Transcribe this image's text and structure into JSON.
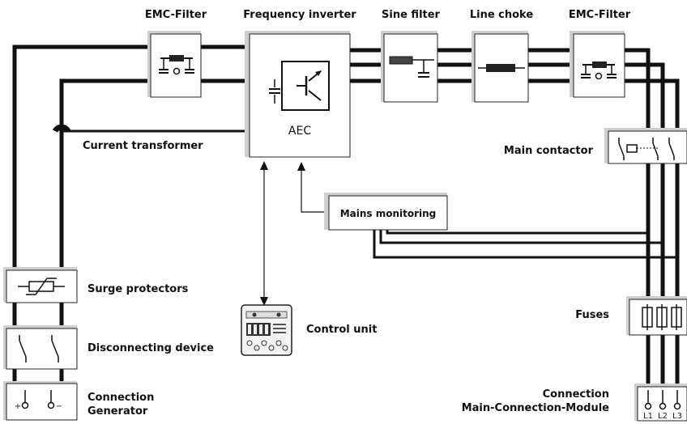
{
  "labels": {
    "emc_filter_left": "EMC-Filter",
    "frequency_inverter": "Frequency inverter",
    "sine_filter": "Sine filter",
    "line_choke": "Line choke",
    "emc_filter_right": "EMC-Filter",
    "aec": "AEC",
    "current_transformer": "Current transformer",
    "main_contactor": "Main contactor",
    "mains_monitoring": "Mains monitoring",
    "surge_protectors": "Surge protectors",
    "control_unit": "Control unit",
    "disconnecting_device": "Disconnecting device",
    "fuses": "Fuses",
    "connection_generator_line1": "Connection",
    "connection_generator_line2": "Generator",
    "connection_main_line1": "Connection",
    "connection_main_line2": "Main-Connection-Module"
  },
  "terminals": {
    "generator_plus": "+",
    "generator_minus": "−",
    "l1": "L1",
    "l2": "L2",
    "l3": "L3"
  }
}
